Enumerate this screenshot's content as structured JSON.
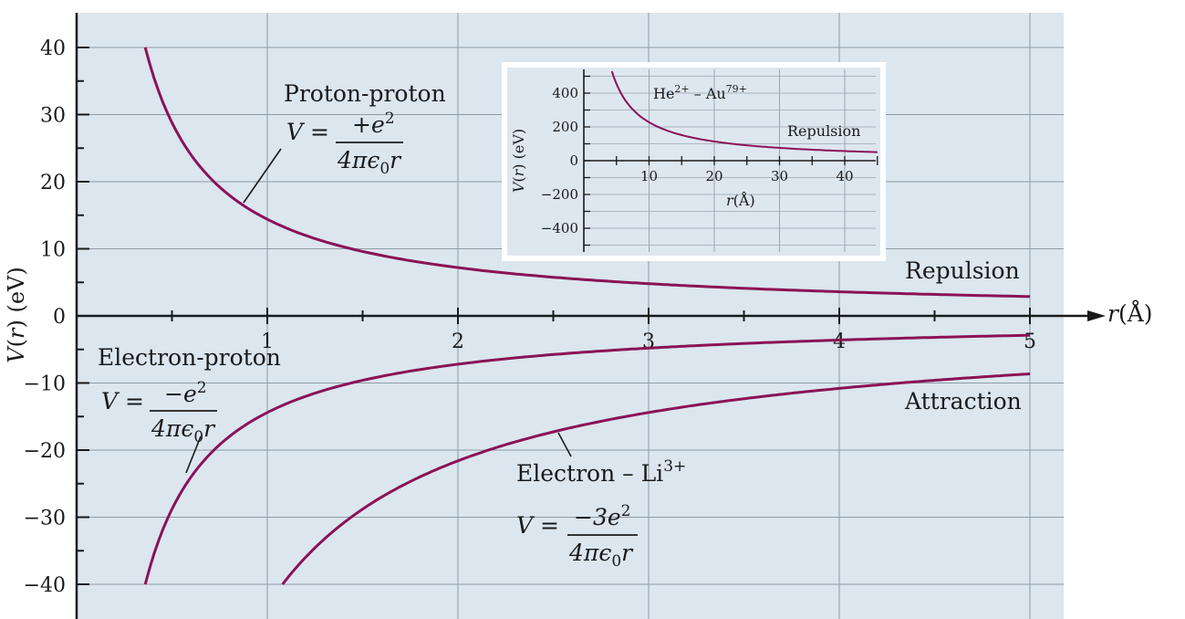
{
  "colors": {
    "plot_background": "#dbe6ef",
    "curve": "#8b1256",
    "grid": "#8e9ba5",
    "inset_background": "#dde7f0"
  },
  "chart_data": [
    {
      "type": "line",
      "xlabel": "r(Å)",
      "ylabel": "V(r) (eV)",
      "xlim": [
        0,
        5.2
      ],
      "ylim": [
        -45,
        45
      ],
      "x_ticks": [
        1,
        2,
        3,
        4,
        5
      ],
      "y_ticks": [
        40,
        30,
        20,
        10,
        0,
        -10,
        -20,
        -30,
        -40
      ],
      "x_tick_labels": [
        "1",
        "2",
        "3",
        "4",
        "5"
      ],
      "y_tick_labels": [
        "40",
        "30",
        "20",
        "10",
        "0",
        "−10",
        "−20",
        "−30",
        "−40"
      ],
      "grid": true,
      "series": [
        {
          "name": "Proton-proton",
          "coefficient": 14.4,
          "x": [
            0.36,
            0.5,
            0.75,
            1.0,
            1.5,
            2.0,
            3.0,
            4.0,
            5.0
          ],
          "y": [
            40.0,
            28.8,
            19.2,
            14.4,
            9.6,
            7.2,
            4.8,
            3.6,
            2.88
          ]
        },
        {
          "name": "Electron-proton",
          "coefficient": -14.4,
          "x": [
            0.36,
            0.5,
            0.75,
            1.0,
            1.5,
            2.0,
            3.0,
            4.0,
            5.0
          ],
          "y": [
            -40.0,
            -28.8,
            -19.2,
            -14.4,
            -9.6,
            -7.2,
            -4.8,
            -3.6,
            -2.88
          ]
        },
        {
          "name": "Electron – Li3+",
          "coefficient": -43.2,
          "x": [
            1.08,
            1.5,
            2.0,
            3.0,
            4.0,
            5.0
          ],
          "y": [
            -40.0,
            -28.8,
            -21.6,
            -14.4,
            -10.8,
            -8.64
          ]
        }
      ],
      "annotations": {
        "proton_proton": {
          "title": "Proton-proton",
          "v_label": "V =",
          "numerator": "+e",
          "power": "2",
          "denominator": "4πϵ",
          "subscript": "0",
          "variable": "r"
        },
        "electron_proton": {
          "title": "Electron-proton",
          "v_label": "V =",
          "numerator": "−e",
          "power": "2",
          "denominator": "4πϵ",
          "subscript": "0",
          "variable": "r"
        },
        "electron_li": {
          "title_prefix": "Electron – Li",
          "title_sup": "3+",
          "v_label": "V =",
          "numerator": "−3e",
          "power": "2",
          "denominator": "4πϵ",
          "subscript": "0",
          "variable": "r"
        },
        "repulsion": "Repulsion",
        "attraction": "Attraction"
      }
    },
    {
      "type": "line",
      "xlabel": "r(Å)",
      "ylabel": "V(r) (eV)",
      "xlim": [
        0,
        45
      ],
      "ylim": [
        -550,
        550
      ],
      "x_ticks": [
        10,
        20,
        30,
        40
      ],
      "y_ticks": [
        400,
        200,
        0,
        -200,
        -400
      ],
      "x_tick_labels": [
        "10",
        "20",
        "30",
        "40"
      ],
      "y_tick_labels": [
        "400",
        "200",
        "0",
        "−200",
        "−400"
      ],
      "grid": true,
      "series": [
        {
          "name": "He2+ – Au79+",
          "coefficient": 2275.2,
          "x": [
            4.4,
            6,
            10,
            15,
            20,
            30,
            40,
            45
          ],
          "y": [
            517,
            379,
            228,
            152,
            114,
            76,
            57,
            51
          ]
        }
      ],
      "annotations": {
        "series_label": {
          "p1": "He",
          "s1": "2+",
          "mid": " – Au",
          "s2": "79+"
        },
        "repulsion": "Repulsion"
      }
    }
  ]
}
